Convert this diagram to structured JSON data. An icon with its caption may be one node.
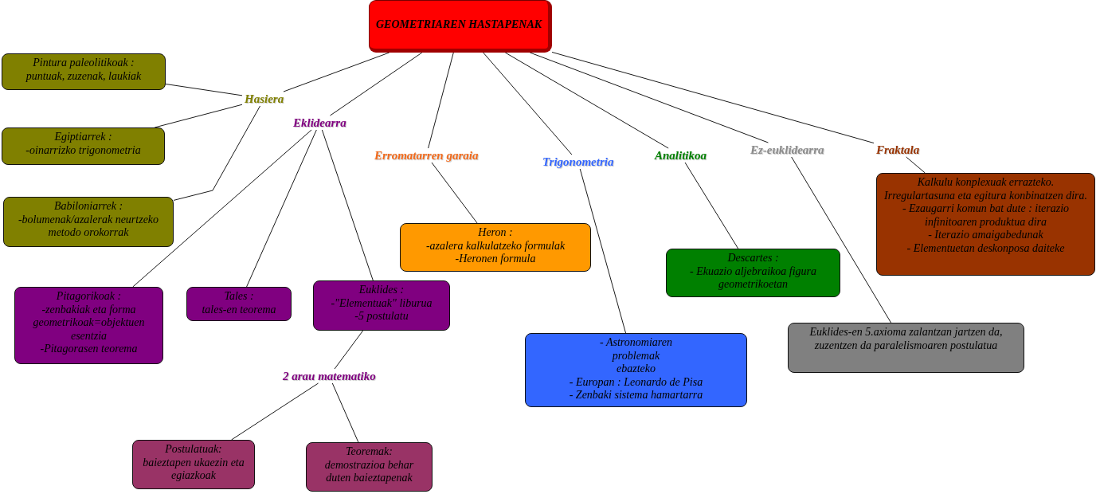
{
  "diagram": {
    "nodes": [
      {
        "text": [
          "GEOMETRIAREN HASTAPENAK"
        ]
      },
      {
        "text": [
          "Hasiera"
        ]
      },
      {
        "text": [
          "Pintura paleolitikoak :",
          "puntuak, zuzenak, laukiak"
        ]
      },
      {
        "text": [
          "Egiptiarrek :",
          "-oinarrizko trigonometria"
        ]
      },
      {
        "text": [
          "Babiloniarrek :",
          "-bolumenak/azalerak neurtzeko metodo orokorrak"
        ]
      },
      {
        "text": [
          "Eklidearra"
        ]
      },
      {
        "text": [
          "Pitagorikoak :",
          "-zenbakiak eta forma geometrikoak=objektuen esentzia",
          "-Pitagorasen teorema"
        ]
      },
      {
        "text": [
          "Tales :",
          "tales-en teorema"
        ]
      },
      {
        "text": [
          "Euklides :",
          "-\"Elementuak\" liburua",
          "-5 postulatu"
        ]
      },
      {
        "text": [
          "2 arau matematiko"
        ]
      },
      {
        "text": [
          "Postulatuak:",
          "baieztapen ukaezin eta egiazkoak"
        ]
      },
      {
        "text": [
          "Teoremak:",
          "demostrazioa behar duten baieztapenak"
        ]
      },
      {
        "text": [
          "Erromatarren garaia"
        ]
      },
      {
        "text": [
          "Heron :",
          "-azalera kalkulatzeko formulak",
          "-Heronen formula"
        ]
      },
      {
        "text": [
          "Trigonometria"
        ]
      },
      {
        "text": [
          "- Astronomiaren problemak ebazteko",
          "- Europan : Leonardo de Pisa",
          "- Zenbaki sistema hamartarra"
        ]
      },
      {
        "text": [
          "Analitikoa"
        ]
      },
      {
        "text": [
          "Descartes :",
          "- Ekuazio aljebraikoa figura geometrikoetan"
        ]
      },
      {
        "text": [
          "Ez-euklidearra"
        ]
      },
      {
        "text": [
          "Euklides-en 5.axioma zalantzan jartzen da, zuzentzen da paralelismoaren postulatua"
        ]
      },
      {
        "text": [
          "Fraktala"
        ]
      },
      {
        "text": [
          "Kalkulu konplexuak errazteko. Irregulartasuna eta egitura konbinatzen dira.",
          "- Ezaugarri komun bat dute : iterazio infinitoaren produktua dira",
          "- Iterazio amaigabedunak",
          "- Elementuetan deskonposa daiteke"
        ]
      }
    ],
    "edges": [
      {
        "from": 0,
        "to": 1,
        "arrow": "none"
      },
      {
        "from": 1,
        "to": 2,
        "arrow": "none"
      },
      {
        "from": 1,
        "to": 3,
        "arrow": "none"
      },
      {
        "from": 1,
        "to": 4,
        "arrow": "none"
      },
      {
        "from": 0,
        "to": 5,
        "arrow": "none"
      },
      {
        "from": 5,
        "to": 6,
        "arrow": "none"
      },
      {
        "from": 5,
        "to": 7,
        "arrow": "none"
      },
      {
        "from": 5,
        "to": 8,
        "arrow": "none"
      },
      {
        "from": 8,
        "to": 9,
        "arrow": "none"
      },
      {
        "from": 9,
        "to": 10,
        "arrow": "none"
      },
      {
        "from": 9,
        "to": 11,
        "arrow": "none"
      },
      {
        "from": 0,
        "to": 12,
        "arrow": "none"
      },
      {
        "from": 12,
        "to": 13,
        "arrow": "none"
      },
      {
        "from": 0,
        "to": 14,
        "arrow": "none"
      },
      {
        "from": 14,
        "to": 15,
        "arrow": "none"
      },
      {
        "from": 0,
        "to": 16,
        "arrow": "none"
      },
      {
        "from": 16,
        "to": 17,
        "arrow": "none"
      },
      {
        "from": 0,
        "to": 18,
        "arrow": "none"
      },
      {
        "from": 18,
        "to": 19,
        "arrow": "none"
      },
      {
        "from": 0,
        "to": 20,
        "arrow": "none"
      },
      {
        "from": 20,
        "to": 21,
        "arrow": "none"
      }
    ]
  }
}
